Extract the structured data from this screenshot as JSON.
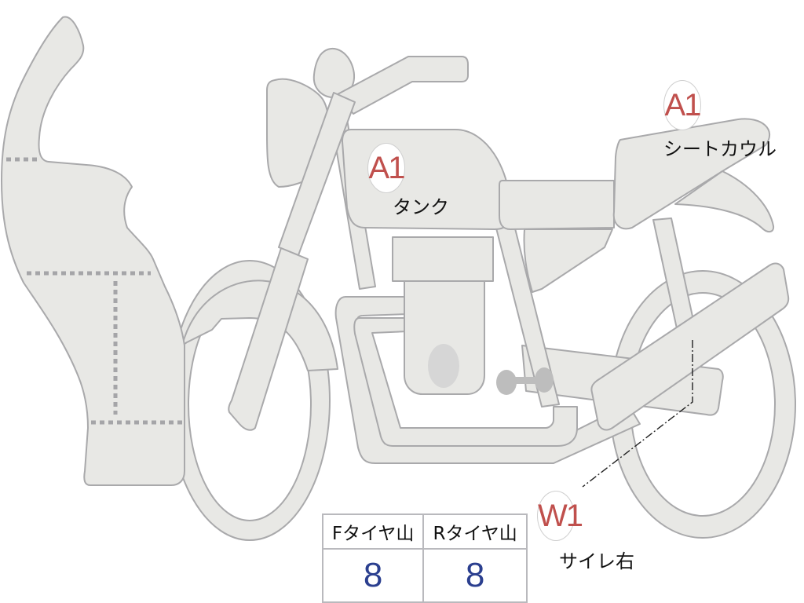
{
  "diagram": {
    "subject": "motorcycle side view damage map",
    "colors": {
      "part_fill": "#e8e8e5",
      "part_stroke": "#a9a9ab",
      "marker_text": "#c0504d",
      "value_text": "#2b3f8f"
    }
  },
  "markers": [
    {
      "code": "A1",
      "part": "タンク"
    },
    {
      "code": "A1",
      "part": "シートカウル"
    },
    {
      "code": "W1",
      "part": "サイレ右"
    }
  ],
  "tire_table": {
    "headers": [
      "Fタイヤ山",
      "Rタイヤ山"
    ],
    "values": [
      "8",
      "8"
    ]
  }
}
